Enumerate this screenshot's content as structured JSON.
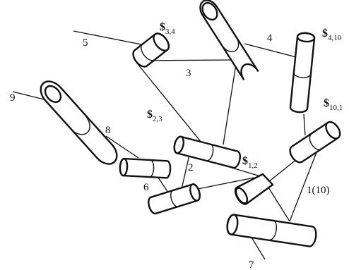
{
  "links": {
    "l1": "1(10)",
    "l2": "2",
    "l3": "3",
    "l4": "4",
    "l5": "5",
    "l6": "6",
    "l7": "7",
    "l8": "8",
    "l9": "9"
  },
  "screws": {
    "s34": {
      "symbol": "$",
      "sub": "3,4"
    },
    "s410": {
      "symbol": "$",
      "sub": "4,10"
    },
    "s23": {
      "symbol": "$",
      "sub": "2,3"
    },
    "s101": {
      "symbol": "$",
      "sub": "10,1"
    },
    "s12": {
      "symbol": "$",
      "sub": "1,2"
    }
  }
}
